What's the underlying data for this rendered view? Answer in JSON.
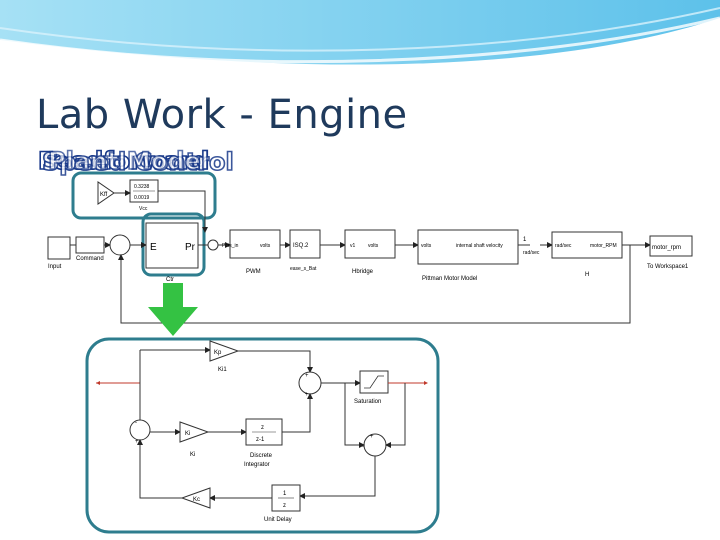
{
  "slide": {
    "title": "Lab Work - Engine",
    "overlay_texts": [
      "Feedforward",
      "Speed Control",
      "Plant Model"
    ],
    "colors": {
      "title": "#1f3a5c",
      "banner": "#7fd0ee",
      "highlight": "#2e7d8e",
      "arrow": "#34c243",
      "signal": "#c0392b"
    }
  },
  "main_diagram": {
    "ff_gain": "Kff",
    "ff_lookup": "0.3238\n----\n0.0019",
    "ff_lookup_label": "Vcc",
    "input_label": "Input",
    "command_label": "Command",
    "controller": {
      "left": "E",
      "right": "Pr",
      "label": "Ctr"
    },
    "pwm": {
      "in": "Pcts_in",
      "out": "volts",
      "label": "PWM"
    },
    "sat": {
      "text": "ISQ.2",
      "label": "ease_s_Bat"
    },
    "hbridge": {
      "in": "v1",
      "out": "volts",
      "label": "Hbridge"
    },
    "motor": {
      "in": "volts",
      "out": "internal shaft velocity",
      "label": "Pittman Motor Model"
    },
    "gear": {
      "left": "rad/sec",
      "label": "H"
    },
    "rpm": {
      "in": "rad/sec",
      "out": "motor_RPM"
    },
    "workspace": {
      "text": "motor_rpm",
      "label": "To Workspace1"
    }
  },
  "sub_diagram": {
    "kp": {
      "text": "Kp",
      "label": "Ki1"
    },
    "ki": {
      "text": "Ki",
      "label": "Ki"
    },
    "integrator": {
      "num": "z",
      "den": "z-1",
      "label": "Discrete\nIntegrator"
    },
    "saturation": {
      "label": "Saturation"
    },
    "kc": {
      "text": "Kc"
    },
    "unit_delay": {
      "num": "1",
      "den": "z",
      "label": "Unit Delay"
    },
    "sum_signs": [
      "+",
      "+",
      "-",
      "+",
      "+",
      "-"
    ]
  }
}
